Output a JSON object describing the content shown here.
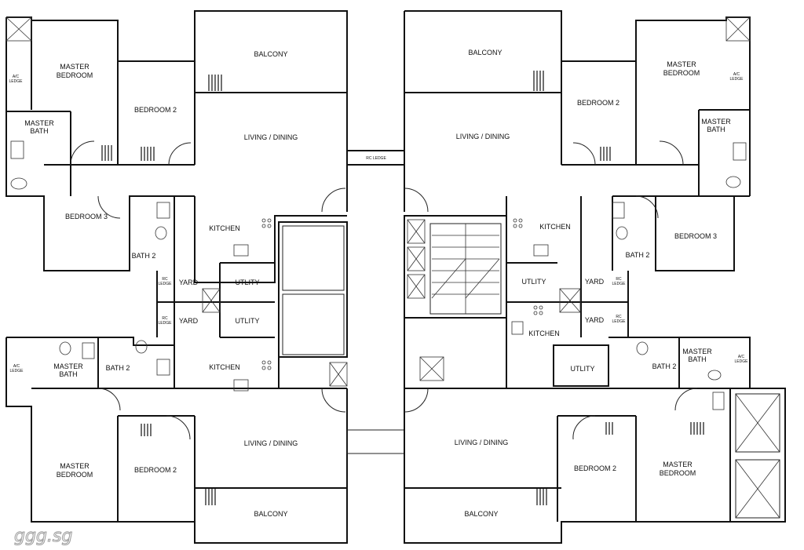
{
  "labels": {
    "balcony": "BALCONY",
    "master_bedroom": [
      "MASTER",
      "BEDROOM"
    ],
    "master_bath": [
      "MASTER",
      "BATH"
    ],
    "bedroom_2": "BEDROOM 2",
    "bedroom_3": "BEDROOM 3",
    "living_dining": "LIVING / DINING",
    "kitchen": "KITCHEN",
    "utility": "UTLITY",
    "yard": "YARD",
    "bath_2": "BATH 2",
    "ac_ledge": [
      "A/C",
      "LEDGE"
    ],
    "rc_ledge": [
      "RC",
      "LEDGE"
    ],
    "rc_ledge_bridge": "RC LEDGE"
  },
  "watermark": "ggg.sg"
}
